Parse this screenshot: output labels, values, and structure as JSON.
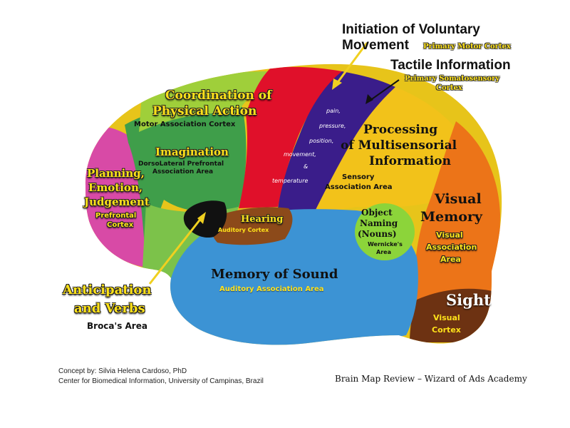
{
  "labels": {
    "voluntary_title_1": "Initiation of Voluntary",
    "voluntary_title_2": "Movement",
    "voluntary_sub": "Primary Motor Cortex",
    "tactile_title": "Tactile Information",
    "tactile_sub_1": "Primary Somatosensory",
    "tactile_sub_2": "Cortex",
    "coordination_1": "Coordination of",
    "coordination_2": "Physical Action",
    "coordination_sub": "Motor Association Cortex",
    "imagination": "Imagination",
    "imagination_sub_1": "DorsoLateral Prefrontal",
    "imagination_sub_2": "Association Area",
    "planning_1": "Planning,",
    "planning_2": "Emotion,",
    "planning_3": "Judgement",
    "planning_sub_1": "Prefrontal",
    "planning_sub_2": "Cortex",
    "somato_words": [
      "pain,",
      "pressure,",
      "position,",
      "movement,",
      "&",
      "temperature"
    ],
    "processing_1": "Processing",
    "processing_2": "of Multisensorial",
    "processing_3": "Information",
    "processing_sub_1": "Sensory",
    "processing_sub_2": "Association Area",
    "hearing": "Hearing",
    "hearing_sub": "Auditory Cortex",
    "object_1": "Object",
    "object_2": "Naming",
    "object_3": "(Nouns)",
    "object_sub_1": "Wernicke's",
    "object_sub_2": "Area",
    "visual_mem_1": "Visual",
    "visual_mem_2": "Memory",
    "visual_mem_sub_1": "Visual",
    "visual_mem_sub_2": "Association",
    "visual_mem_sub_3": "Area",
    "memory_sound": "Memory of Sound",
    "memory_sound_sub": "Auditory Association Area",
    "sight": "Sight",
    "sight_sub_1": "Visual",
    "sight_sub_2": "Cortex",
    "anticipation_1": "Anticipation",
    "anticipation_2": "and Verbs",
    "anticipation_sub": "Broca's Area"
  },
  "credits": {
    "concept": "Concept by: Silvia Helena Cardoso, PhD",
    "center": "Center for Biomedical Information, University of Campinas, Brazil",
    "review": "Brain Map Review – Wizard of Ads Academy"
  },
  "colors": {
    "prefrontal": "#d84aa6",
    "dorsolateral": "#3f9e4a",
    "motor_assoc": "#9fcf3a",
    "primary_motor": "#e0102a",
    "somatosensory": "#3a1d8a",
    "sensory_assoc": "#f2c21a",
    "visual_assoc": "#ec7418",
    "visual_cortex": "#7b3a14",
    "auditory_assoc": "#3c93d4",
    "auditory_cortex": "#8c4a1a",
    "wernicke": "#8cd43a",
    "broca": "#111111",
    "label_yellow": "#ffe21a"
  }
}
